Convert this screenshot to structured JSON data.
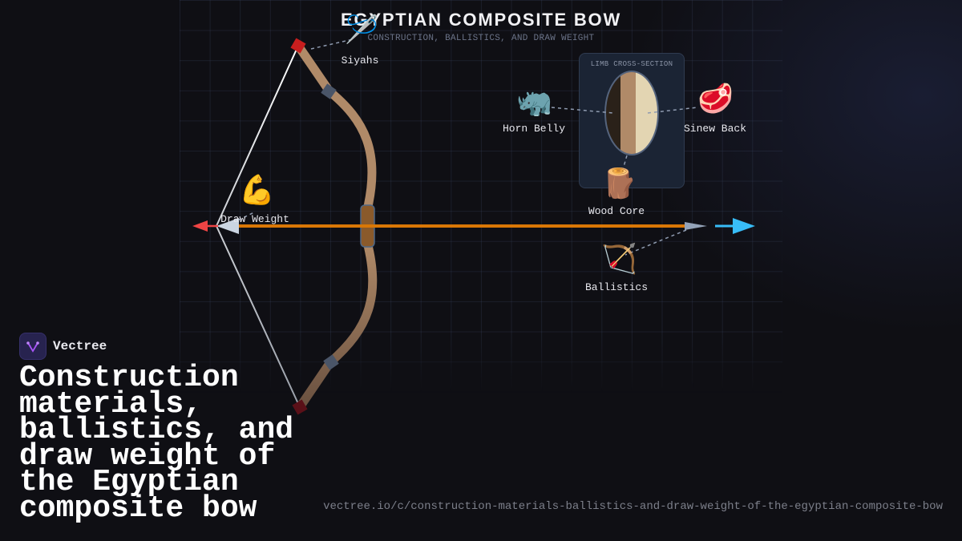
{
  "header": {
    "title": "EGYPTIAN COMPOSITE BOW",
    "subtitle": "CONSTRUCTION, BALLISTICS, AND DRAW WEIGHT"
  },
  "diagram": {
    "parts": [
      {
        "id": "siyahs",
        "label": "Siyahs",
        "icon": "sewing-needle-icon",
        "glyph": "🪡"
      },
      {
        "id": "draw-weight",
        "label": "Draw Weight",
        "icon": "flexed-biceps-icon",
        "glyph": "💪"
      },
      {
        "id": "horn-belly",
        "label": "Horn Belly",
        "icon": "rhinoceros-icon",
        "glyph": "🦏"
      },
      {
        "id": "sinew-back",
        "label": "Sinew Back",
        "icon": "cut-of-meat-icon",
        "glyph": "🥩"
      },
      {
        "id": "wood-core",
        "label": "Wood Core",
        "icon": "wood-log-icon",
        "glyph": "🪵"
      },
      {
        "id": "ballistics",
        "label": "Ballistics",
        "icon": "bow-and-arrow-icon",
        "glyph": "🏹"
      }
    ],
    "cross_section": {
      "title": "LIMB CROSS-SECTION",
      "layers": [
        {
          "name": "horn",
          "color": "#2a2119"
        },
        {
          "name": "wood",
          "color": "#b08a68"
        },
        {
          "name": "sinew",
          "color": "#e3d5b2"
        }
      ]
    },
    "colors": {
      "limb": "#b08a68",
      "grip": "#8a5a2b",
      "arrow_shaft": "#d97706",
      "string": "#ffffff",
      "tip": "#c81e1e",
      "joint": "#4a5568",
      "draw_arrow": "#ef4444",
      "flight_arrow": "#38bdf8",
      "arrowhead": "#94a3b8"
    }
  },
  "brand": {
    "name": "Vectree"
  },
  "headline": "Construction\nmaterials,\nballistics, and\ndraw weight of\nthe Egyptian\ncomposite bow",
  "footer": {
    "url": "vectree.io/c/construction-materials-ballistics-and-draw-weight-of-the-egyptian-composite-bow"
  }
}
